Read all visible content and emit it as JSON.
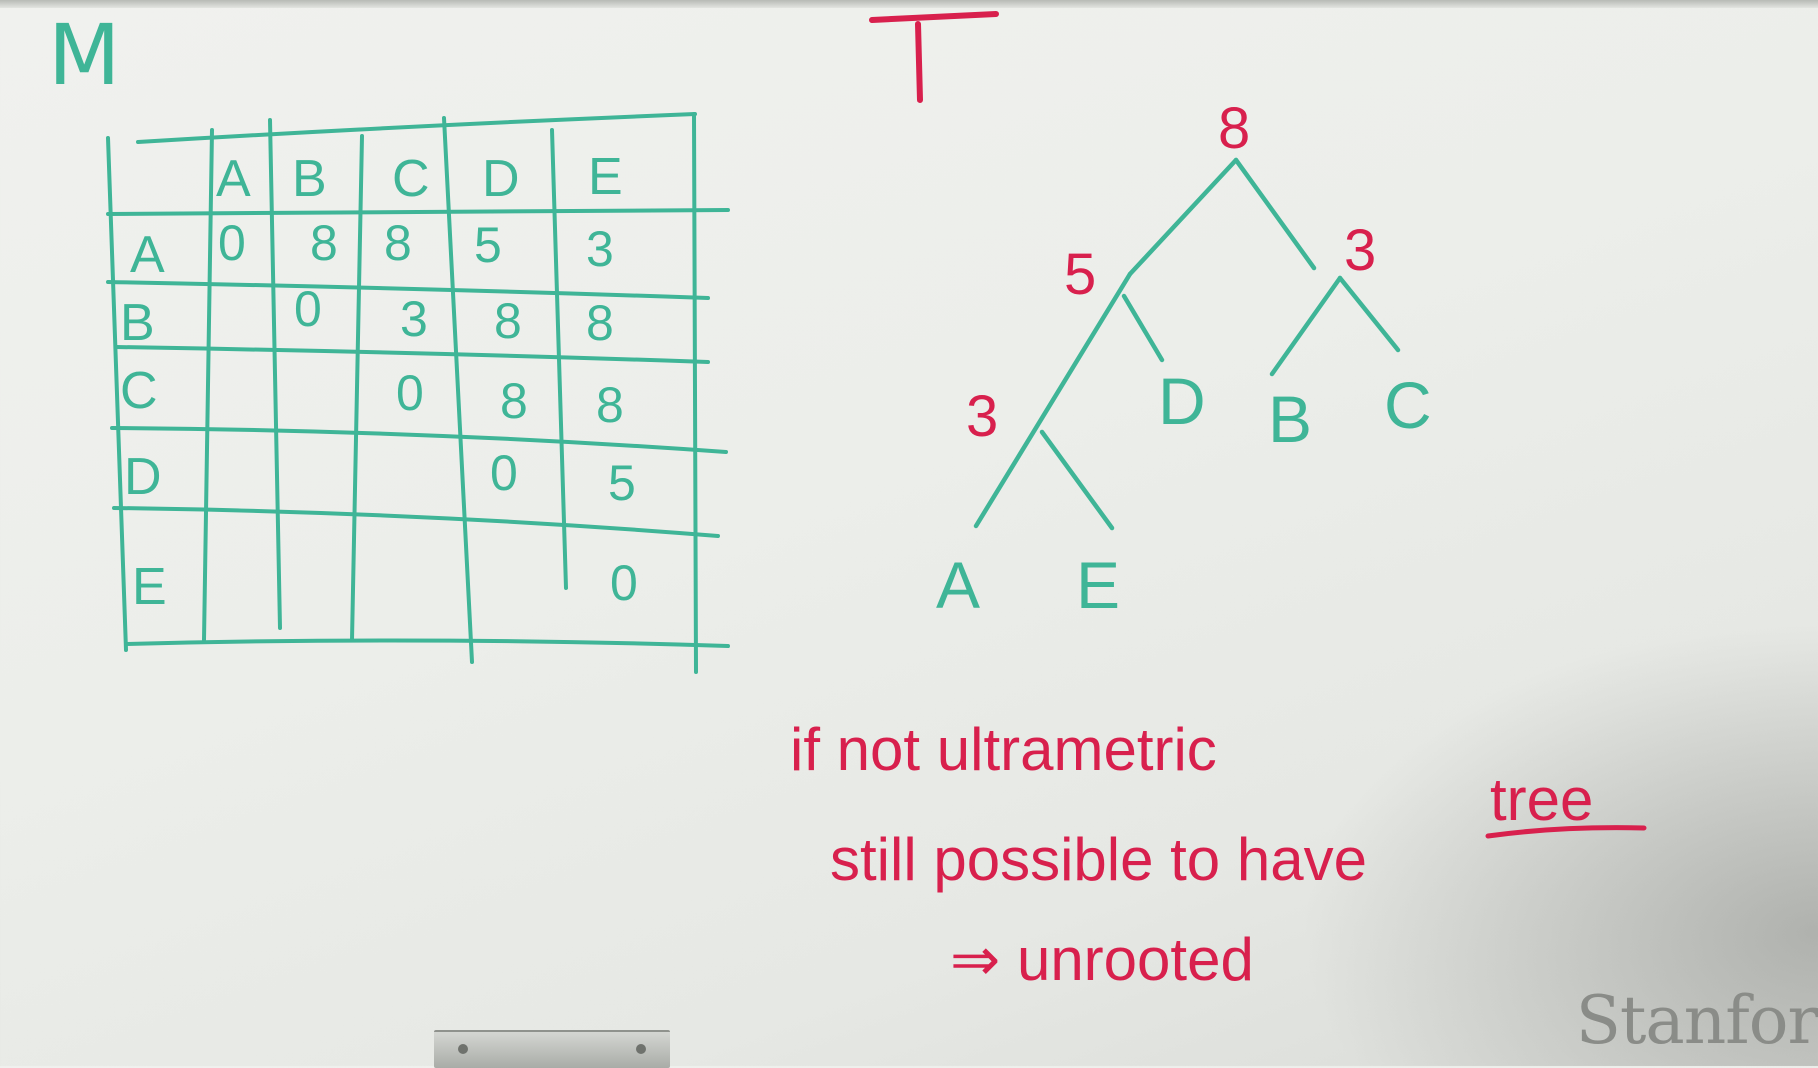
{
  "matrix": {
    "label": "M",
    "columns": [
      "A",
      "B",
      "C",
      "D",
      "E"
    ],
    "rows": [
      {
        "label": "A",
        "cells": [
          "0",
          "8",
          "8",
          "5",
          "3"
        ]
      },
      {
        "label": "B",
        "cells": [
          "",
          "0",
          "3",
          "8",
          "8"
        ]
      },
      {
        "label": "C",
        "cells": [
          "",
          "",
          "0",
          "8",
          "8"
        ]
      },
      {
        "label": "D",
        "cells": [
          "",
          "",
          "",
          "0",
          "5"
        ]
      },
      {
        "label": "E",
        "cells": [
          "",
          "",
          "",
          "",
          "0"
        ]
      }
    ]
  },
  "tree": {
    "label": "T",
    "root_height": "8",
    "internal_heights": [
      "5",
      "3",
      "3"
    ],
    "leaves": [
      "A",
      "E",
      "D",
      "B",
      "C"
    ]
  },
  "notes": {
    "line1": "if not ultrametric",
    "line2": "still possible to have",
    "emphasis": "tree",
    "line3": "⇒ unrooted"
  },
  "watermark": "Stanfor",
  "colors": {
    "green_marker": "#3fb597",
    "red_marker": "#d8204d",
    "board": "#eceeea"
  }
}
